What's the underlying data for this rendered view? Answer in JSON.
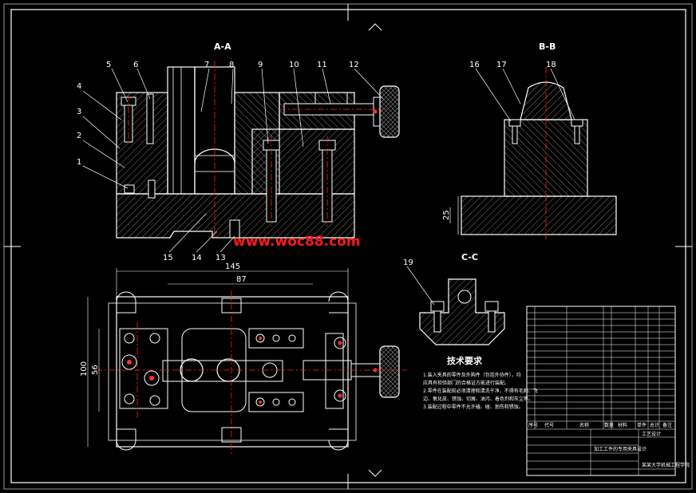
{
  "colors": {
    "background": "#000000",
    "outline": "#ffffff",
    "centerline": "#ff2020",
    "hatch": "#9a9a9a",
    "dimension": "#30c0ff",
    "knob": "#ff3030",
    "screw": "#ffff40",
    "watermark": "#ff1a1a"
  },
  "views": {
    "section_a": "A-A",
    "section_b": "B-B",
    "section_c": "C-C"
  },
  "balloons_a": [
    "1",
    "2",
    "3",
    "4",
    "5",
    "6",
    "7",
    "8",
    "9",
    "10",
    "11",
    "12"
  ],
  "balloons_a_bottom": [
    "15",
    "14",
    "13"
  ],
  "balloons_b": [
    "16",
    "17",
    "18"
  ],
  "balloon_c": "19",
  "dims": {
    "plan_width": "145",
    "plan_inner": "87",
    "plan_height": "100",
    "plan_height2": "56",
    "side_height": "25"
  },
  "watermark": "www.woc88.com",
  "tech_notes": {
    "title": "技术要求",
    "lines": [
      "1.装入夹具的零件及外购件（包括外协件），均",
      "应具有检验部门的合格证方能进行装配。",
      "2.零件在装配前必须清理和清洗干净，不得有毛刺、飞",
      "边、氧化皮、锈蚀、切屑、油污、着色剂和灰尘等。",
      "3.装配过程中零件不允许磕、碰、划伤和锈蚀。"
    ]
  },
  "title_block": {
    "header": [
      "序号",
      "代号",
      "名称",
      "数量",
      "材料",
      "单件",
      "总计",
      "备注"
    ],
    "drawing_name": "加工工件的专用夹具设计",
    "label": "工艺设计",
    "school": "某某大学机械工程学院"
  }
}
